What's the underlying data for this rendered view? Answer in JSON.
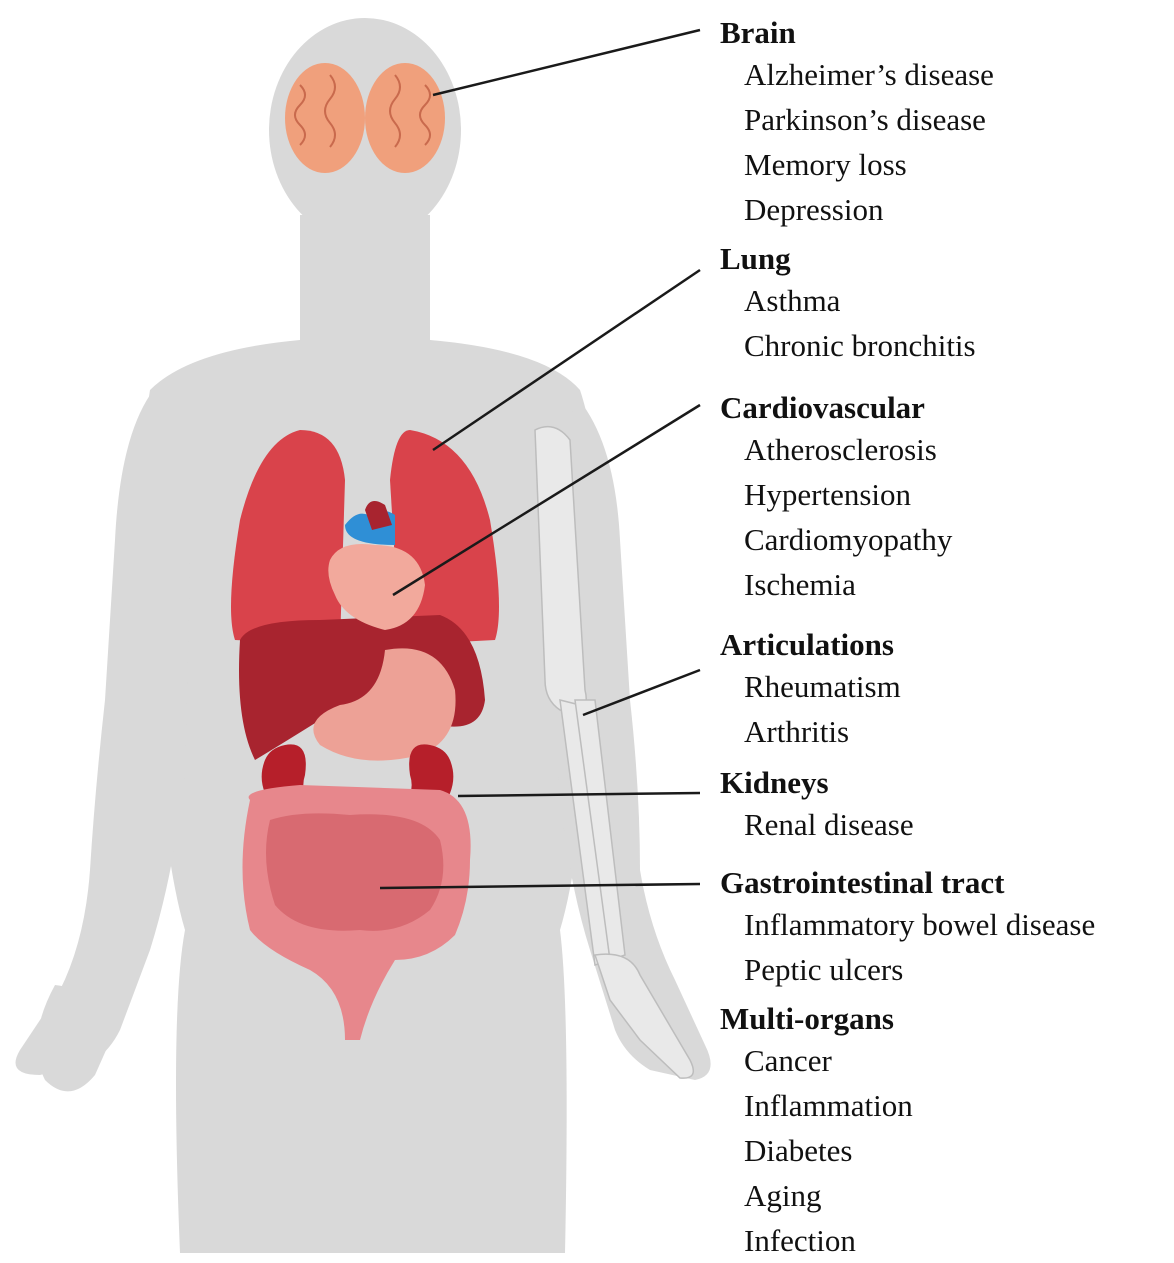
{
  "groups": [
    {
      "title": "Brain",
      "items": [
        "Alzheimer’s disease",
        "Parkinson’s disease",
        "Memory loss",
        "Depression"
      ]
    },
    {
      "title": "Lung",
      "items": [
        "Asthma",
        "Chronic bronchitis"
      ]
    },
    {
      "title": "Cardiovascular",
      "items": [
        "Atherosclerosis",
        "Hypertension",
        "Cardiomyopathy",
        "Ischemia"
      ]
    },
    {
      "title": "Articulations",
      "items": [
        "Rheumatism",
        "Arthritis"
      ]
    },
    {
      "title": "Kidneys",
      "items": [
        "Renal disease"
      ]
    },
    {
      "title": "Gastrointestinal tract",
      "items": [
        "Inflammatory bowel disease",
        "Peptic ulcers"
      ]
    },
    {
      "title": "Multi-organs",
      "items": [
        "Cancer",
        "Inflammation",
        "Diabetes",
        "Aging",
        "Infection"
      ]
    }
  ],
  "colors": {
    "body_silhouette": "#d9d9d9",
    "brain": "#f0a07c",
    "lung": "#d9434b",
    "liver": "#a8242f",
    "heart": "#f2a99c",
    "stomach": "#eda196",
    "kidney": "#b61f2a",
    "intestine": "#e7878c",
    "small_intestine": "#d86a71",
    "vessel_blue": "#2f8fd6",
    "bone": "#e9e9e9",
    "leader_line": "#1a1a1a"
  }
}
